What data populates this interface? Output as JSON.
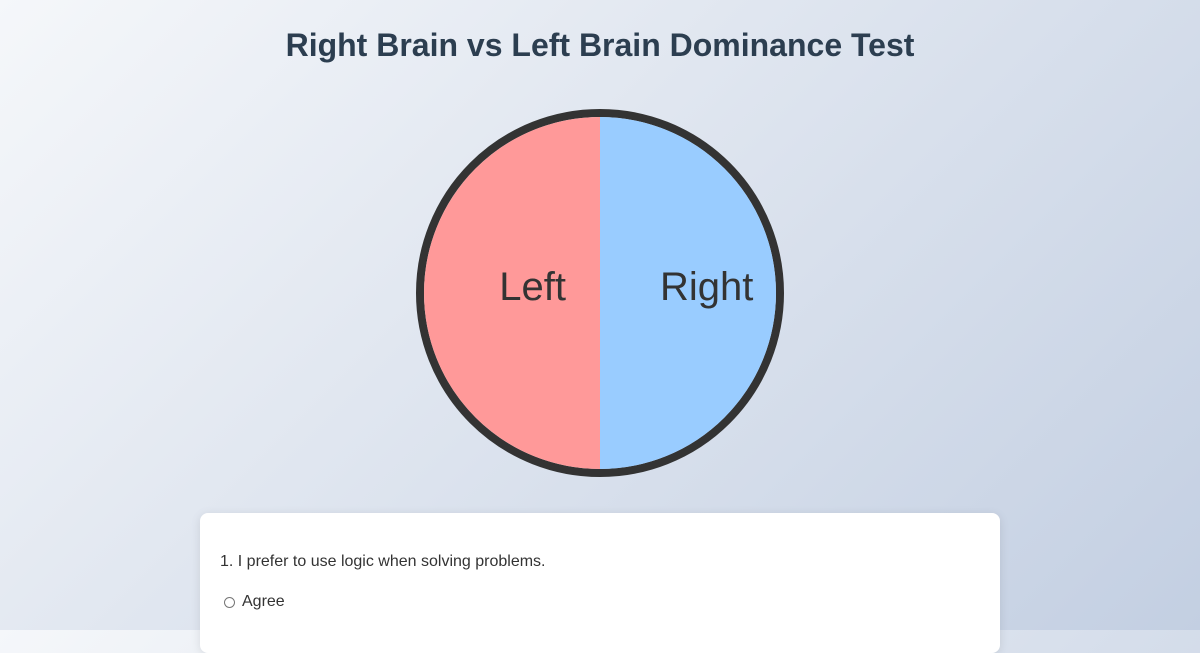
{
  "page": {
    "title": "Right Brain vs Left Brain Dominance Test"
  },
  "brain": {
    "left": {
      "label": "Left",
      "color": "#ff9999"
    },
    "right": {
      "label": "Right",
      "color": "#99ccff"
    },
    "border_color": "#333333"
  },
  "quiz": {
    "questions": [
      {
        "text": "1. I prefer to use logic when solving problems.",
        "options": [
          {
            "label": "Agree",
            "selected": false
          }
        ]
      }
    ]
  }
}
